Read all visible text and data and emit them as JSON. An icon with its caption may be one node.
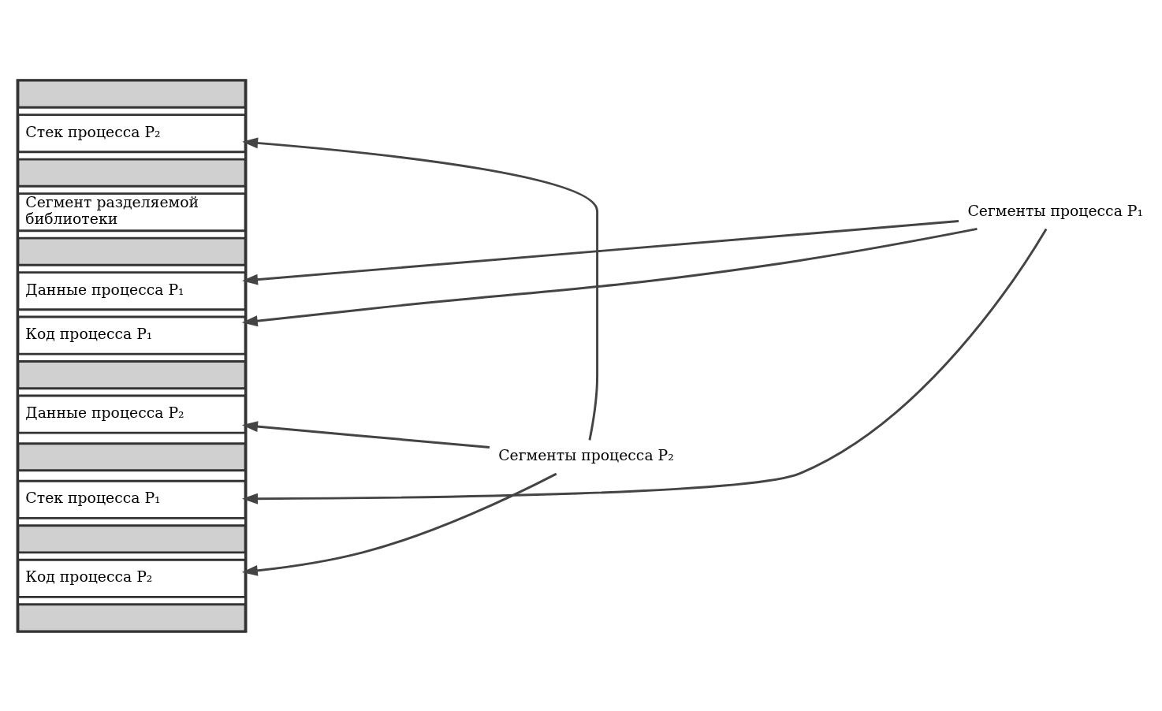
{
  "diagram": {
    "nodes": [
      {
        "text": [],
        "shape": "box"
      },
      {
        "text": [],
        "shape": "bar",
        "in": 0
      },
      {
        "text": [
          "Стек процесса P₂"
        ],
        "in": 0
      },
      {
        "text": [],
        "shape": "bar",
        "in": 0
      },
      {
        "text": [
          "Сегмент разделяемой библиотеки"
        ],
        "in": 0
      },
      {
        "text": [],
        "shape": "bar",
        "in": 0
      },
      {
        "text": [
          "Данные процесса P₁"
        ],
        "in": 0
      },
      {
        "text": [
          "Код процесса P₁"
        ],
        "in": 0
      },
      {
        "text": [],
        "shape": "bar",
        "in": 0
      },
      {
        "text": [
          "Данные процесса P₂"
        ],
        "in": 0
      },
      {
        "text": [],
        "shape": "bar",
        "in": 0
      },
      {
        "text": [
          "Стек процесса P₁"
        ],
        "in": 0
      },
      {
        "text": [],
        "shape": "bar",
        "in": 0
      },
      {
        "text": [
          "Код процесса P₂"
        ],
        "in": 0
      },
      {
        "text": [],
        "shape": "bar",
        "in": 0
      },
      {
        "text": [
          "Сегменты процесса P₁"
        ]
      },
      {
        "text": [
          "Сегменты процесса P₂"
        ]
      }
    ],
    "edges": [
      {
        "from": 15,
        "to": 6,
        "arrow": "to"
      },
      {
        "from": 15,
        "to": 7,
        "arrow": "to"
      },
      {
        "from": 15,
        "to": 11,
        "arrow": "to"
      },
      {
        "from": 16,
        "to": 2,
        "arrow": "to"
      },
      {
        "from": 16,
        "to": 9,
        "arrow": "to"
      },
      {
        "from": 16,
        "to": 13,
        "arrow": "to"
      }
    ]
  }
}
